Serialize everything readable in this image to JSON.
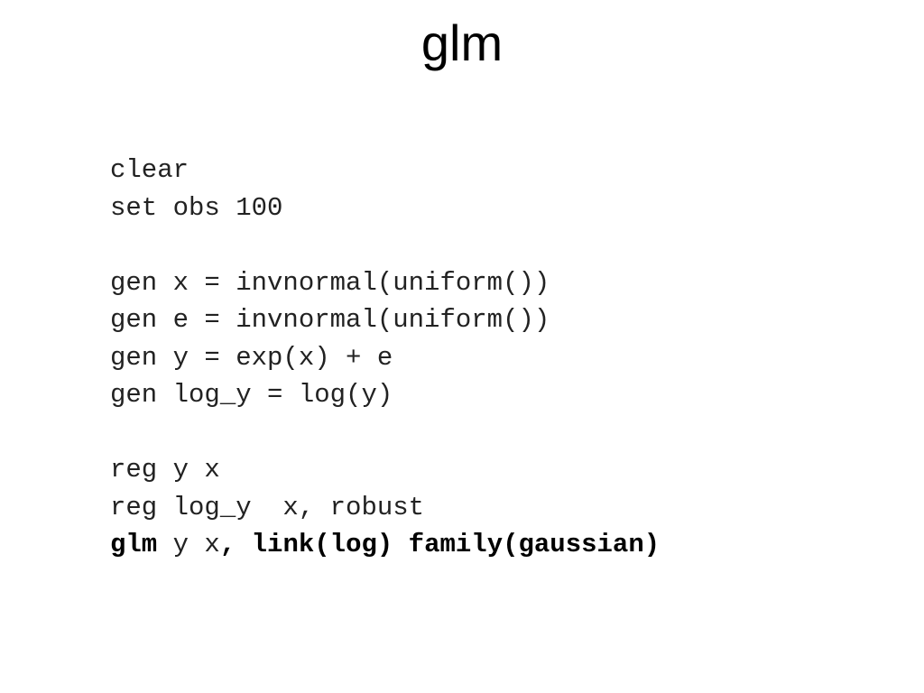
{
  "slide": {
    "title": "glm"
  },
  "code": {
    "line1": "clear",
    "line2": "set obs 100",
    "line3": "gen x = invnormal(uniform())",
    "line4": "gen e = invnormal(uniform())",
    "line5": "gen y = exp(x) + e",
    "line6": "gen log_y = log(y)",
    "line7": "reg y x",
    "line8": "reg log_y  x, robust",
    "line9": {
      "seg1": "glm",
      "seg2": " y x",
      "seg3": ", link(log) family(gaussian)"
    }
  }
}
